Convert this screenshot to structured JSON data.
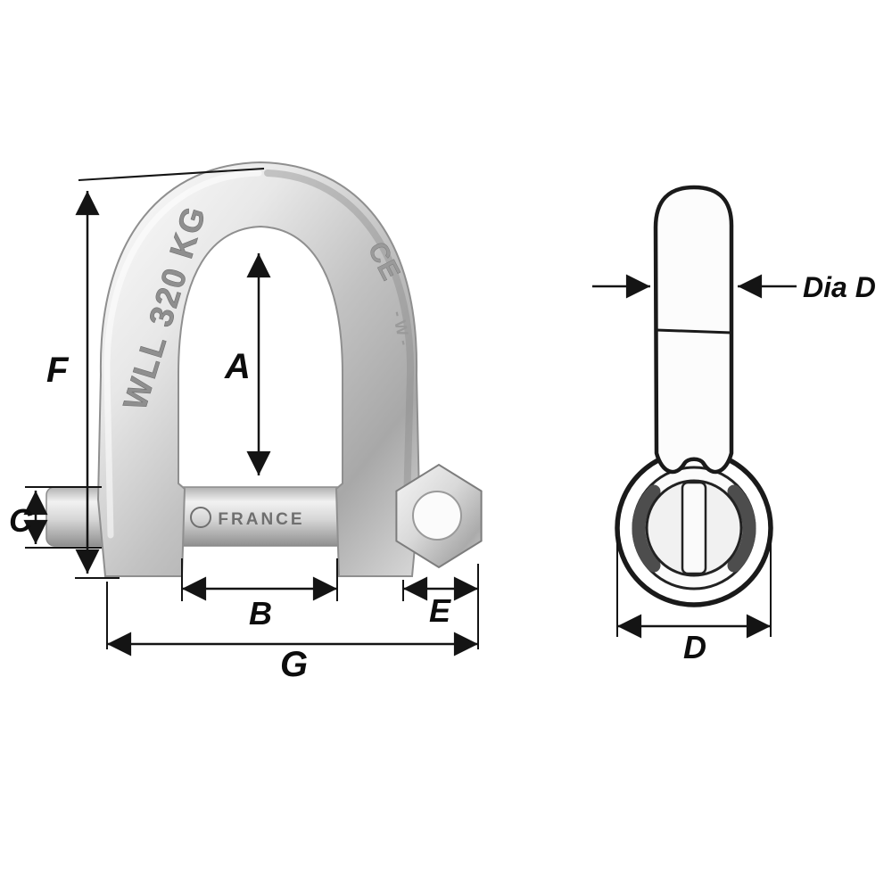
{
  "diagram": {
    "type": "technical-dimension-drawing",
    "subject": "D-shackle with self-locking pin, front view and side view"
  },
  "labels": {
    "A": "A",
    "B": "B",
    "C": "C",
    "D": "D",
    "E": "E",
    "F": "F",
    "G": "G",
    "dia_d": "Dia D"
  },
  "markings": {
    "wll": "WLL 320 KG",
    "ce": "CE",
    "w": "- W -",
    "pin": "FRANCE"
  },
  "colors": {
    "background": "#ffffff",
    "line": "#141414",
    "outline": "#1a1a1a",
    "steel_light": "#f5f5f5",
    "steel_mid": "#c2c2c2",
    "steel_dark": "#9a9a9a",
    "shadow": "#4d4d4d"
  }
}
